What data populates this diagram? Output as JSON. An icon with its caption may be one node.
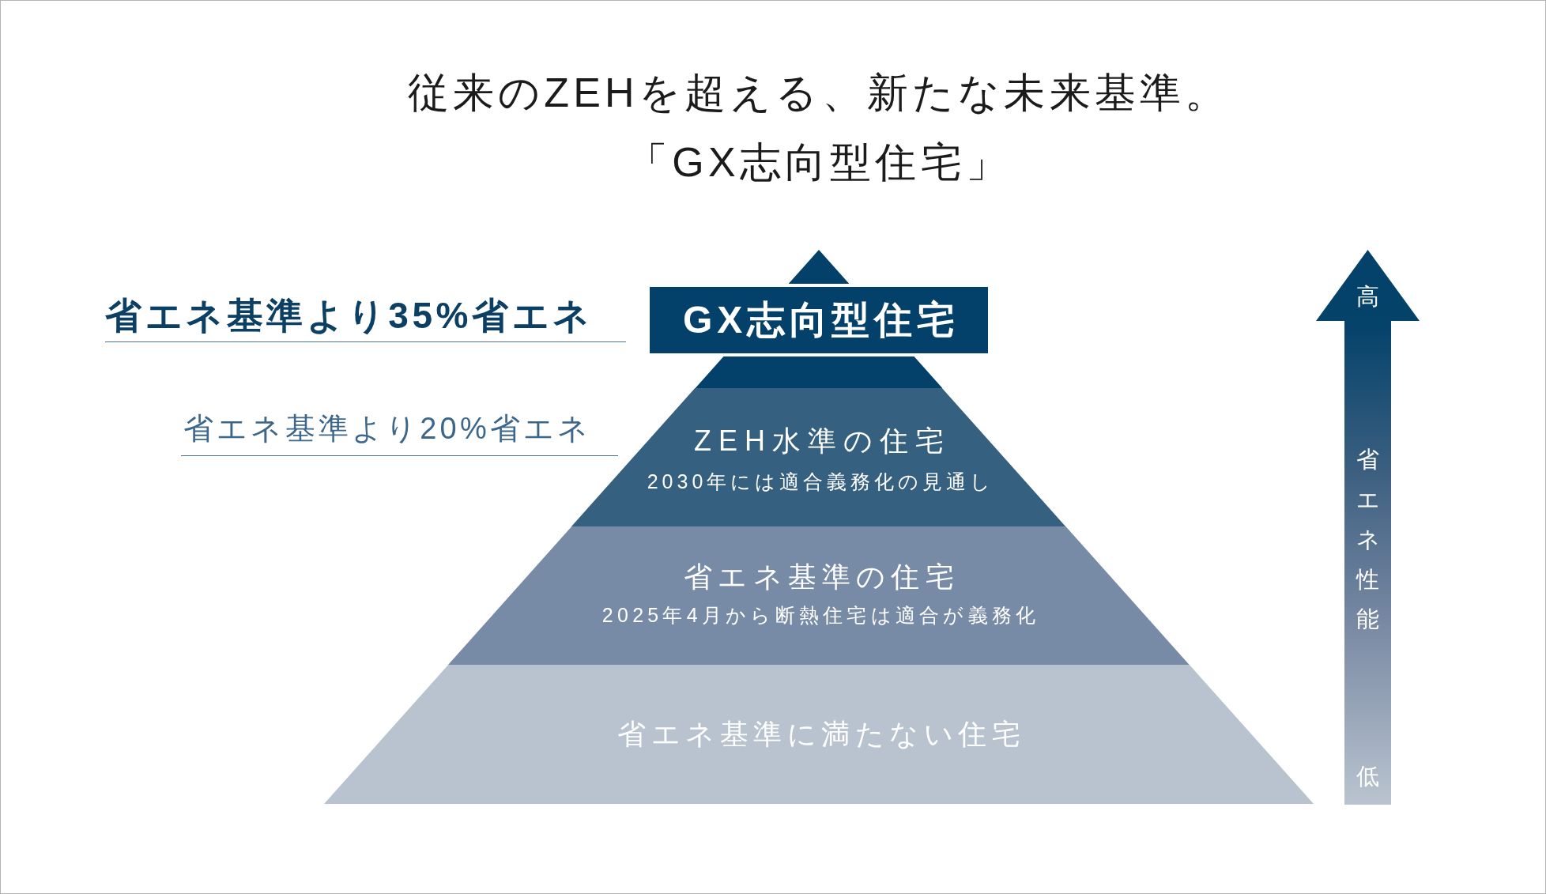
{
  "diagram": {
    "title": "従来のZEHを超える、新たな未来基準。「GX志向型住宅」",
    "nodes": [
      {
        "text": [
          "GX志向型住宅"
        ],
        "beside": [
          "省エネ基準より35%省エネ"
        ]
      },
      {
        "text": [
          "ZEH水準の住宅",
          "2030年には適合義務化の見通し"
        ],
        "beside": [
          "省エネ基準より20%省エネ"
        ]
      },
      {
        "text": [
          "省エネ基準の住宅",
          "2025年4月から断熱住宅は適合が義務化"
        ]
      },
      {
        "text": [
          "省エネ基準に満たない住宅"
        ]
      }
    ],
    "labels": [
      "高",
      "省エネ性能",
      "低"
    ]
  }
}
